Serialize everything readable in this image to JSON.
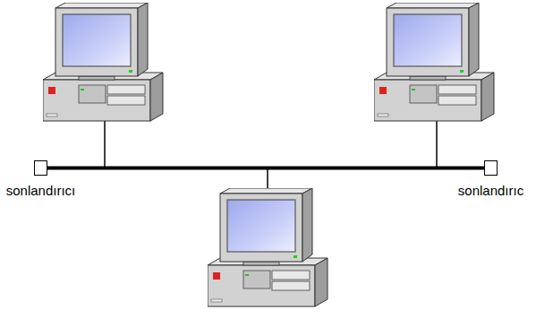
{
  "diagram": {
    "nodes": [
      {
        "text": [
          "sonlandırıcı"
        ]
      },
      {
        "text": [
          "sonlandırıc"
        ]
      }
    ],
    "edges": [
      {
        "from": 0,
        "to": 1,
        "arrow": "none"
      }
    ]
  }
}
